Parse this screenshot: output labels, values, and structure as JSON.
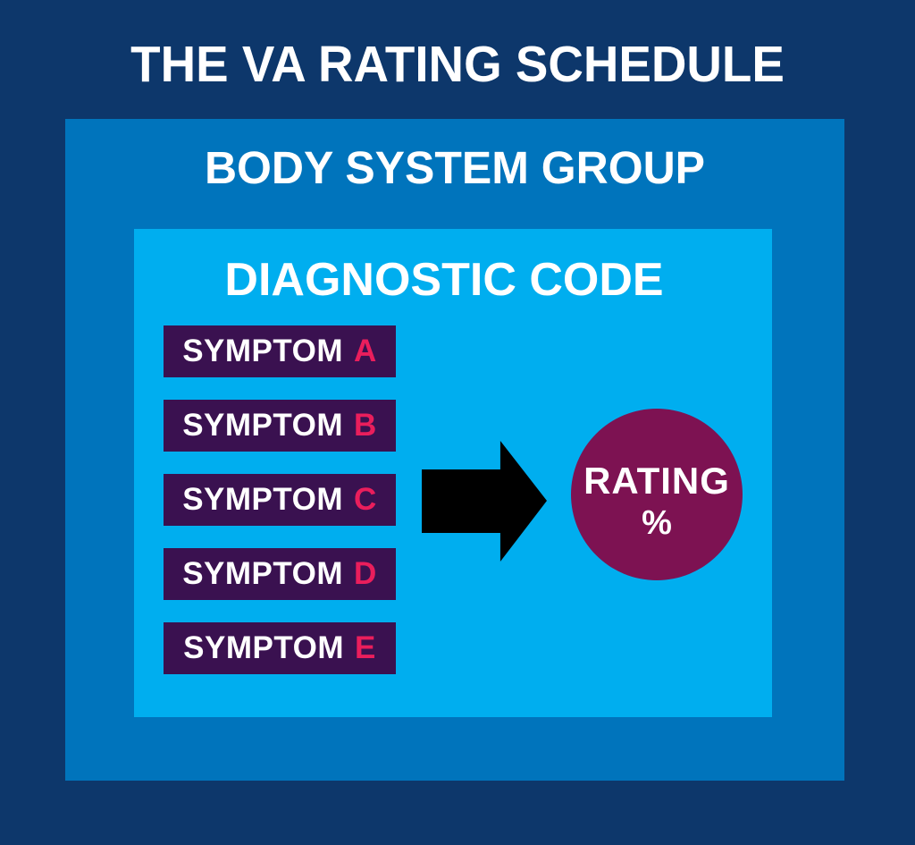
{
  "colors": {
    "navy": "#0d376b",
    "blue": "#0074bc",
    "cyan": "#00aeef",
    "purple": "#3a1150",
    "maroon": "#7d1252",
    "pink": "#ea1e5c",
    "white": "#ffffff",
    "black": "#000000"
  },
  "title": "THE VA RATING SCHEDULE",
  "body_system_group": {
    "label": "BODY SYSTEM GROUP"
  },
  "diagnostic_code": {
    "label": "DIAGNOSTIC CODE",
    "symptoms": [
      {
        "prefix": "SYMPTOM",
        "letter": "A"
      },
      {
        "prefix": "SYMPTOM",
        "letter": "B"
      },
      {
        "prefix": "SYMPTOM",
        "letter": "C"
      },
      {
        "prefix": "SYMPTOM",
        "letter": "D"
      },
      {
        "prefix": "SYMPTOM",
        "letter": "E"
      }
    ]
  },
  "arrow": {
    "icon": "right-arrow-icon"
  },
  "rating": {
    "line1": "RATING",
    "line2": "%"
  }
}
